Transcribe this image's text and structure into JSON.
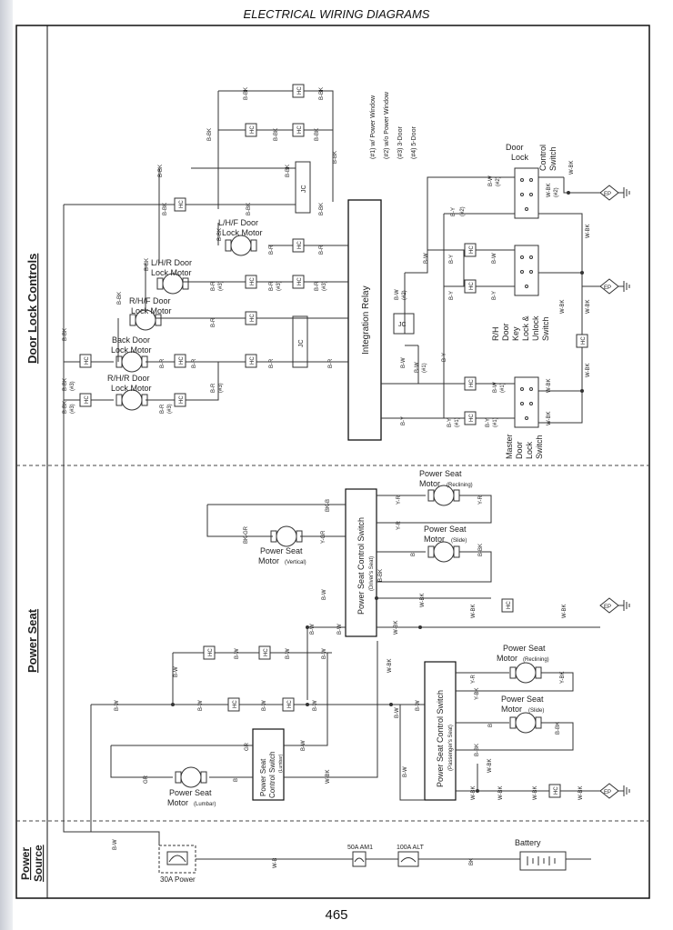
{
  "header": {
    "title": "ELECTRICAL WIRING DIAGRAMS"
  },
  "page_number": "465",
  "sections": {
    "door_lock": "Door Lock Controls",
    "power_seat": "Power Seat",
    "power_source_1": "Power",
    "power_source_2": "Source"
  },
  "notes": [
    "(#1) w/ Power Window",
    "(#2) w/o Power Window",
    "(#3) 3-Door",
    "(#4) 5-Door"
  ],
  "components": {
    "integration_relay": "Integration Relay",
    "jc": "JC",
    "hc": "HC",
    "ep": "EP",
    "lhf_motor": [
      "L/H/F Door",
      "Lock Motor"
    ],
    "lhr_motor": [
      "L/H/R Door",
      "Lock Motor"
    ],
    "rhf_motor": [
      "R/H/F Door",
      "Lock Motor"
    ],
    "back_motor": [
      "Back Door",
      "Lock Motor"
    ],
    "rhr_motor": [
      "R/H/R Door",
      "Lock Motor"
    ],
    "door_lock_control_switch": [
      "Door",
      "Lock",
      "Control",
      "Switch"
    ],
    "rh_key_switch": [
      "R/H",
      "Door",
      "Key",
      "Lock &",
      "Unlock",
      "Switch"
    ],
    "master_switch": [
      "Master",
      "Door",
      "Lock",
      "Switch"
    ],
    "ps_recl_1": "Power Seat",
    "ps_recl_2": "Motor",
    "recl_sub": "(Reclining)",
    "ps_slide_1": "Power Seat",
    "ps_slide_2": "Motor",
    "slide_sub": "(Slide)",
    "ps_vert_1": "Power Seat",
    "ps_vert_2": "Motor",
    "vert_sub": "(Vertical)",
    "ps_lumbar_1": "Power Seat",
    "ps_lumbar_2": "Motor",
    "lumbar_sub": "(Lumbar)",
    "driver_switch": "Power Seat Control Switch",
    "driver_sub": "(Driver's Seat)",
    "pass_switch": "Power Seat Control Switch",
    "pass_sub": "(Passenger's Seat)",
    "lumbar_switch": [
      "Power Seat",
      "Control Switch"
    ],
    "fuse_30a": "30A Power",
    "fuse_am1": "50A AM1",
    "fuse_alt": "100A ALT",
    "battery": "Battery"
  },
  "wires": {
    "bbk": "B-BK",
    "br": "B-R",
    "bw": "B-W",
    "by": "B-Y",
    "wbk": "W-BK",
    "wb": "W-B",
    "bk": "BK",
    "b": "B",
    "gr": "GR",
    "yr": "Y-R",
    "ybk": "Y-BK",
    "bkb": "BK-B",
    "bkgr": "BK-GR",
    "ygr": "Y-GR",
    "bbkw": "B-BK",
    "t1": "(#1)",
    "t2": "(#2)",
    "t3": "(#3)",
    "t4": "(#4)"
  }
}
